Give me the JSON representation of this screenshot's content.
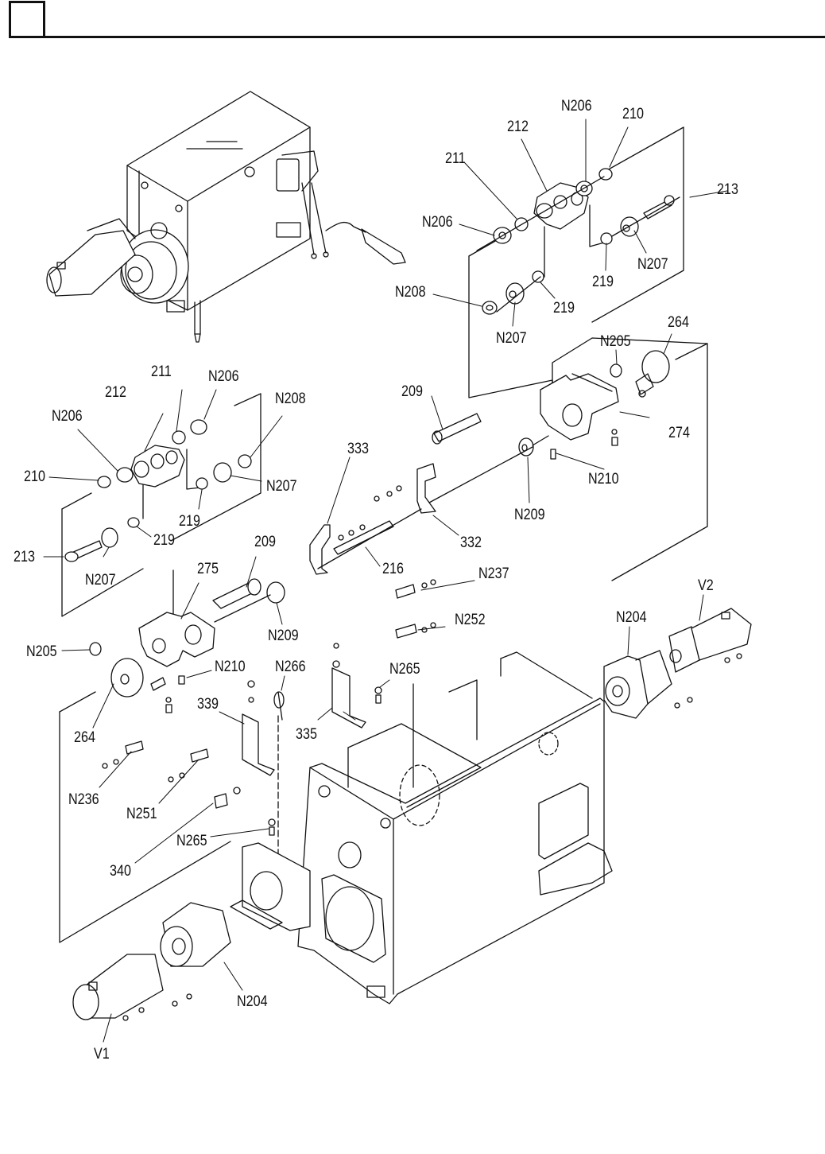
{
  "header": {
    "section_box_text": "",
    "title": ""
  },
  "diagram": {
    "type": "exploded-parts-view",
    "subject": "Spindle head / gearbox housing assembly with servo motors",
    "colors": {
      "line": "#111111",
      "background": "#ffffff"
    },
    "labels": {
      "top_right": {
        "n206_a": "N206",
        "210": "210",
        "212": "212",
        "211": "211",
        "n206_b": "N206",
        "213": "213",
        "219_a": "219",
        "n207_a": "N207",
        "n208": "N208",
        "n207_b": "N207",
        "219_b": "219"
      },
      "mid_right": {
        "264": "264",
        "n205": "N205",
        "209": "209",
        "274": "274",
        "n210": "N210",
        "n209": "N209",
        "333": "333",
        "332": "332",
        "216": "216"
      },
      "mid_left": {
        "211": "211",
        "n206_a": "N206",
        "212": "212",
        "n208": "N208",
        "n206_b": "N206",
        "210": "210",
        "n207_a": "N207",
        "219_a": "219",
        "219_b": "219",
        "213": "213",
        "n207_b": "N207"
      },
      "lower_left": {
        "209": "209",
        "275": "275",
        "n209": "N209",
        "n205": "N205",
        "n210": "N210",
        "n266": "N266",
        "264": "264",
        "339": "339",
        "n236": "N236",
        "n251": "N251",
        "340": "340",
        "n265": "N265",
        "v1": "V1",
        "n204": "N204"
      },
      "center": {
        "n237": "N237",
        "n252": "N252",
        "n265": "N265",
        "335": "335"
      },
      "right": {
        "v2": "V2",
        "n204": "N204"
      }
    }
  }
}
